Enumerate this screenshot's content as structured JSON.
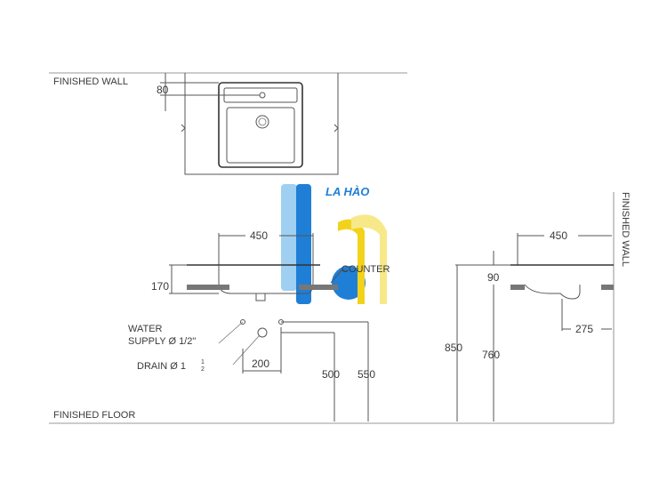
{
  "labels": {
    "finished_wall_top": "FINISHED WALL",
    "finished_wall_side": "FINISHED WALL",
    "finished_floor": "FINISHED FLOOR",
    "counter": "COUNTER",
    "water_supply_line1": "WATER",
    "water_supply_line2": "SUPPLY Ø 1/2\"",
    "drain": "DRAIN Ø 1 ",
    "drain_fraction_top": "1",
    "drain_fraction_bottom": "2"
  },
  "dimensions": {
    "top_view_depth": "80",
    "front_width": "450",
    "front_height": "170",
    "supply_offset": "200",
    "drain_height": "500",
    "supply_height": "550",
    "side_width": "450",
    "side_rim": "90",
    "side_counter_height": "850",
    "side_drain_height": "760",
    "side_drain_offset": "275"
  },
  "watermark": {
    "text": "LA HÀO",
    "colors": {
      "blue": "#1f7fd6",
      "light_blue": "#9fd0f2",
      "yellow": "#f2d21a",
      "light_yellow": "#f7e98a"
    }
  }
}
